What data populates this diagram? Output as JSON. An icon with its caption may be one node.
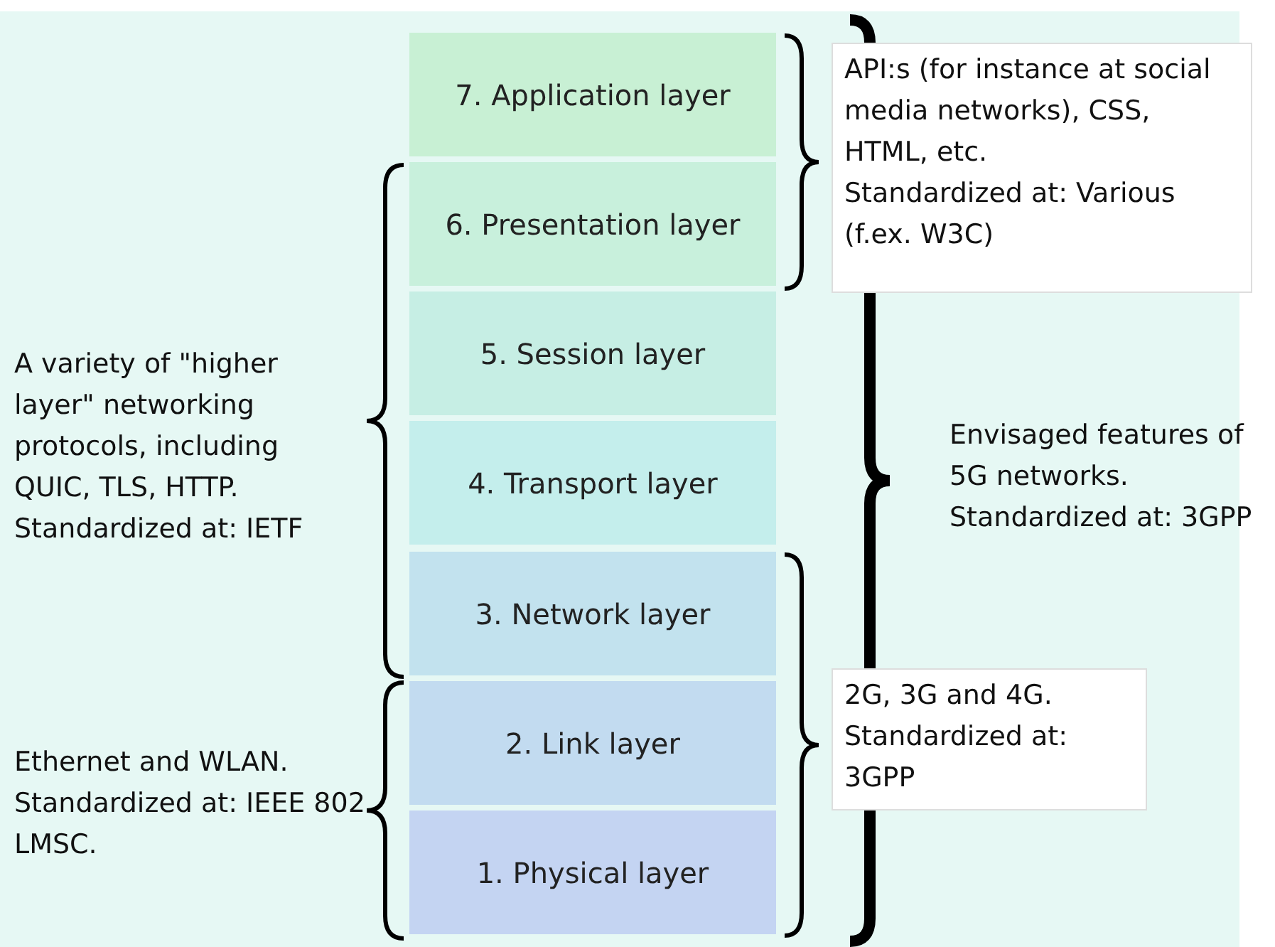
{
  "diagram": {
    "nodes": [
      {
        "text": [
          "7. Application layer"
        ]
      },
      {
        "text": [
          "6. Presentation layer"
        ]
      },
      {
        "text": [
          "5. Session layer"
        ]
      },
      {
        "text": [
          "4. Transport layer"
        ]
      },
      {
        "text": [
          "3. Network layer"
        ]
      },
      {
        "text": [
          "2. Link layer"
        ]
      },
      {
        "text": [
          "1. Physical layer"
        ]
      },
      {
        "text": [
          "API:s (for instance at social media networks), CSS, HTML, etc.",
          "Standardized at: Various (f.ex. W3C)"
        ]
      },
      {
        "text": [
          "2G, 3G and 4G.",
          "Standardized at: 3GPP"
        ]
      }
    ],
    "labels": [
      "A variety of \"higher layer\" networking protocols, including QUIC, TLS, HTTP.",
      "Standardized at: IETF",
      "Envisaged features of 5G networks.",
      "Standardized at: 3GPP",
      "Ethernet and WLAN.",
      "Standardized at: IEEE 802 LMSC."
    ]
  }
}
